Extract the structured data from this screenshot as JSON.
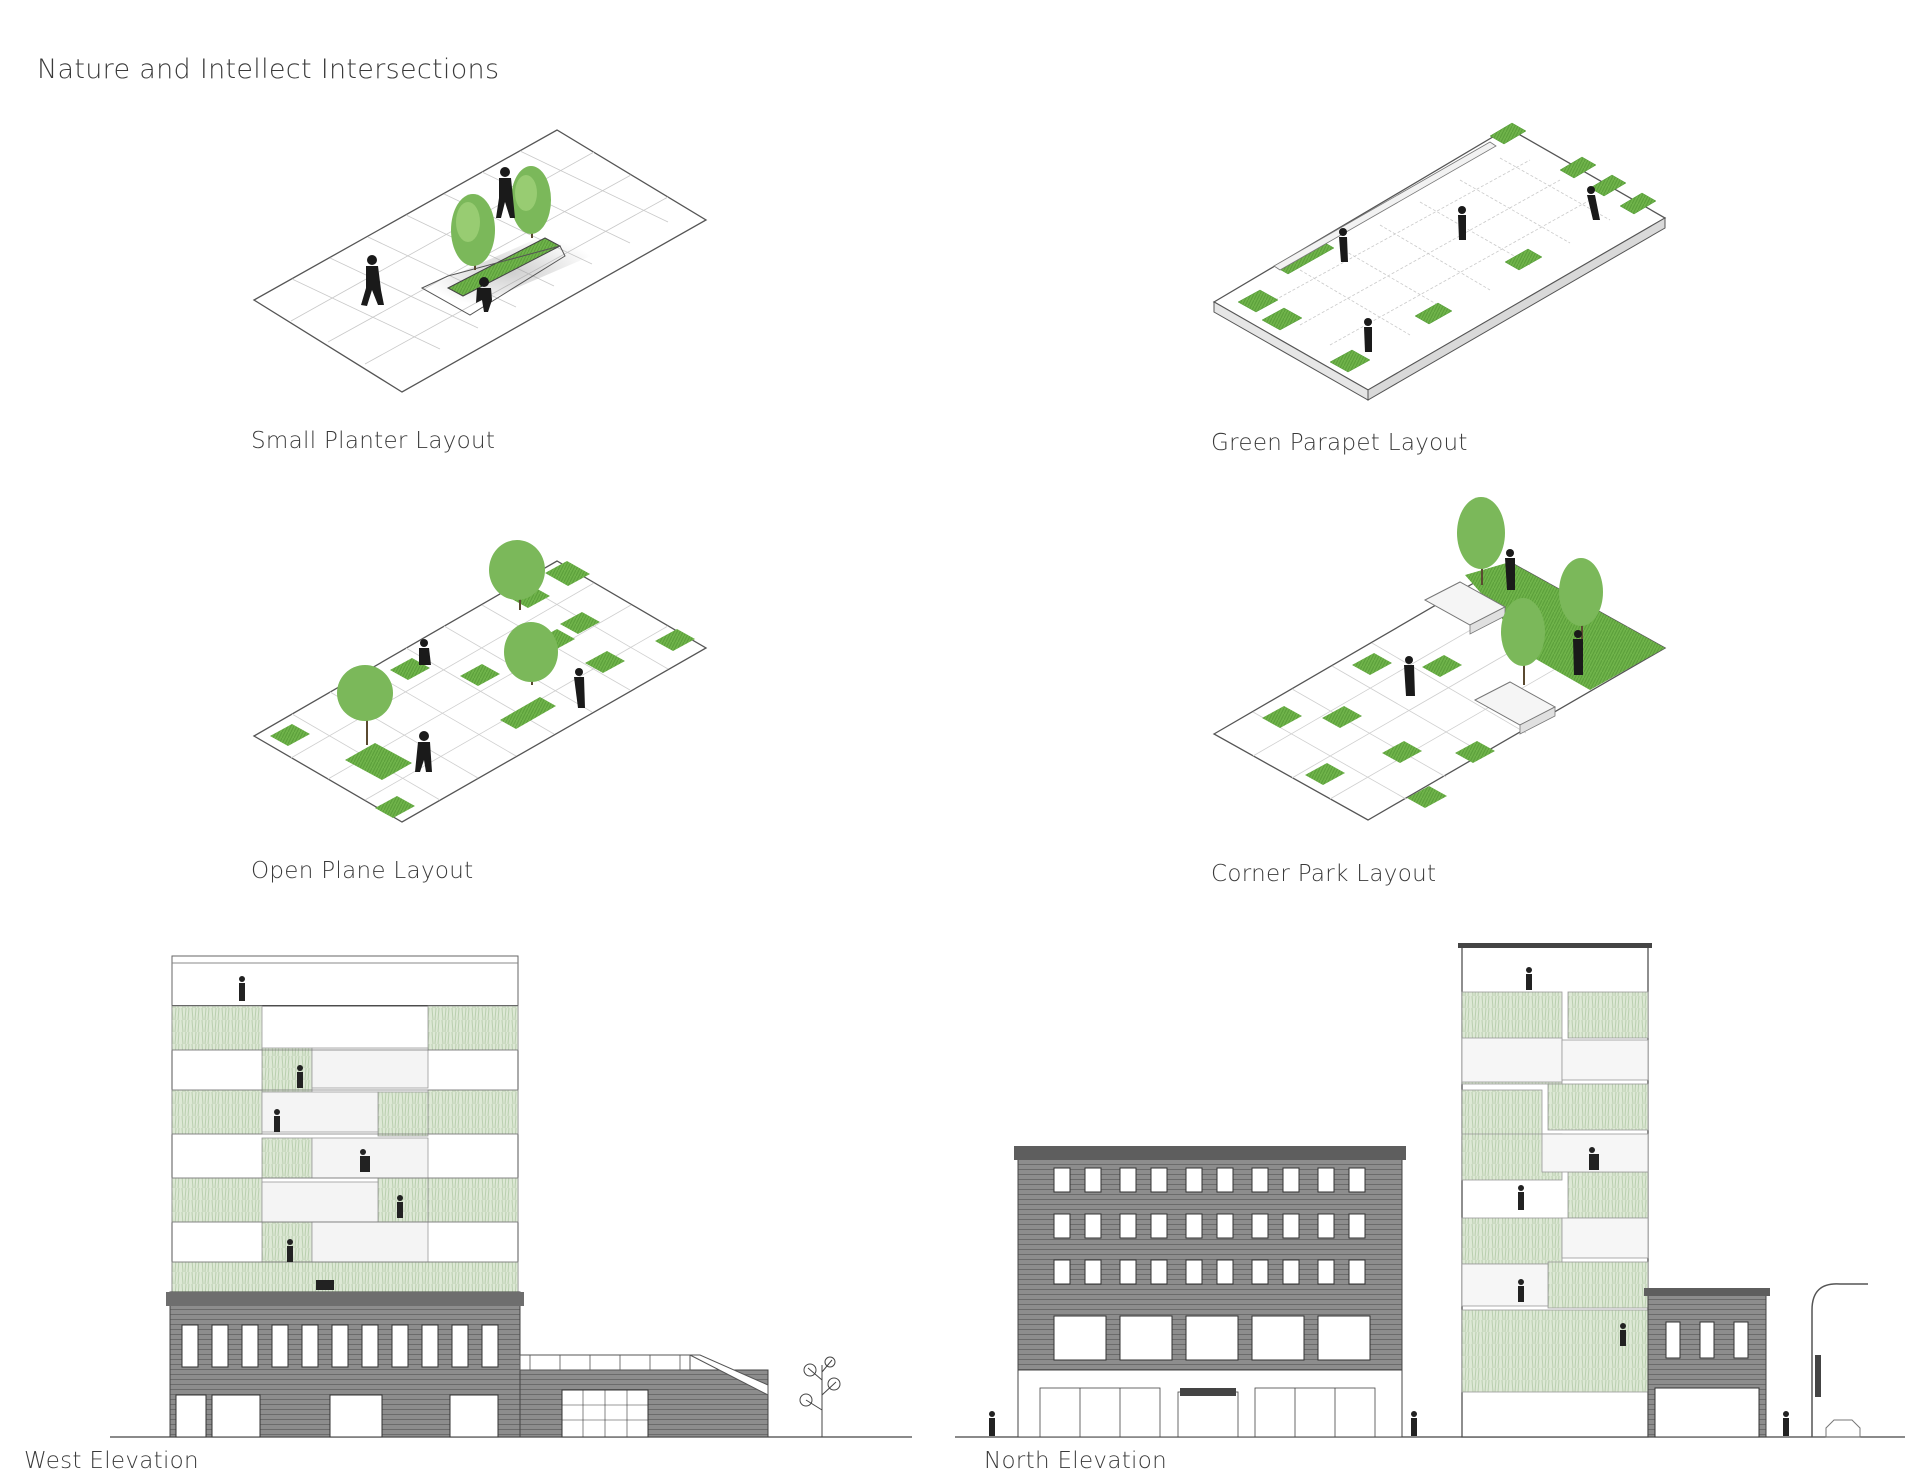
{
  "page": {
    "title": "Nature and Intellect Intersections"
  },
  "layouts": [
    {
      "id": "small-planter",
      "caption": "Small Planter Layout"
    },
    {
      "id": "green-parapet",
      "caption": "Green Parapet Layout"
    },
    {
      "id": "open-plane",
      "caption": "Open Plane Layout"
    },
    {
      "id": "corner-park",
      "caption": "Corner Park Layout"
    }
  ],
  "elevations": [
    {
      "id": "west",
      "caption": "West Elevation"
    },
    {
      "id": "north",
      "caption": "North Elevation"
    }
  ],
  "colors": {
    "grass": "#6fb34a",
    "grass_dark": "#4f9a33",
    "tree": "#7bb85a",
    "line": "#555555",
    "grid": "#bbbbbb",
    "glass_green": "#dfe9d8"
  }
}
